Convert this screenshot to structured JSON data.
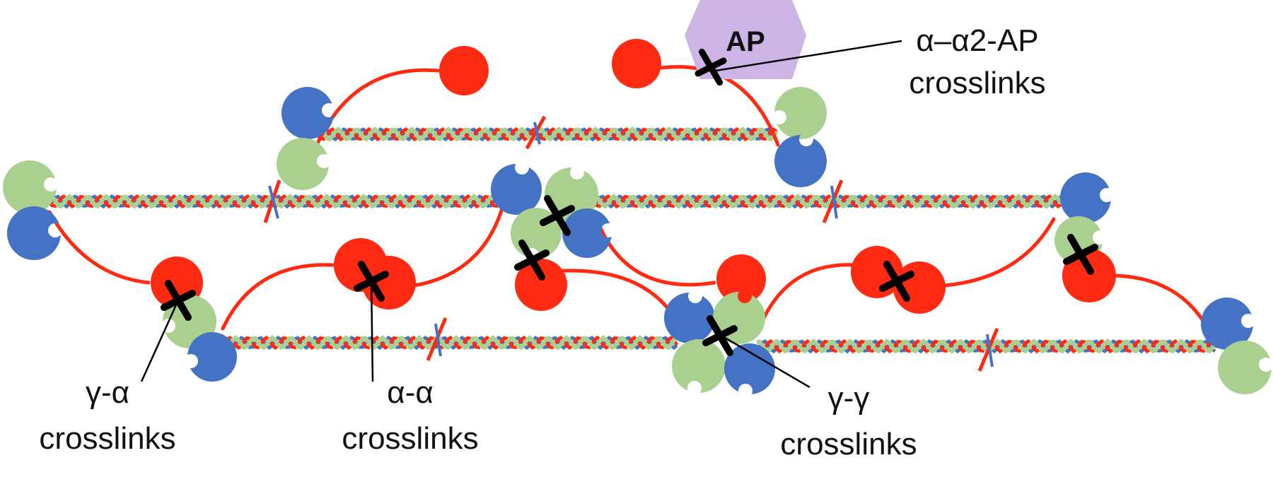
{
  "colors": {
    "alpha": "#ff2a12",
    "beta": "#4472c4",
    "gamma": "#a9d08e",
    "ap": "#cdb4e6",
    "crosslink": "#000000",
    "leader": "#000000"
  },
  "labels": {
    "ap_text": "AP",
    "ap_line1": "α–α2-AP",
    "ap_line2": "crosslinks",
    "ga_line1": "γ-α",
    "ga_line2": "crosslinks",
    "aa_line1": "α-α",
    "aa_line2": "crosslinks",
    "gg_line1": "γ-γ",
    "gg_line2": "crosslinks"
  },
  "icons": {
    "alpha_domain": "red-circle",
    "beta_domain": "blue-notched-circle",
    "gamma_domain": "green-notched-circle",
    "crosslink_mark": "x-mark",
    "antiplasmin": "purple-hexagon"
  }
}
